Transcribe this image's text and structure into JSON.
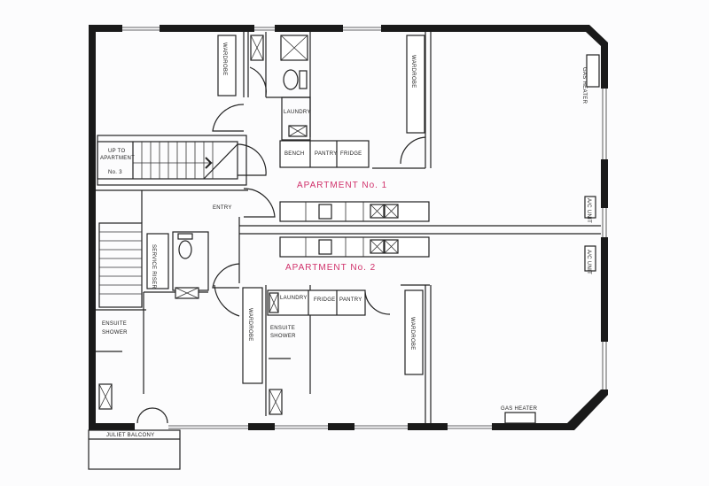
{
  "plan": {
    "apartment1": "APARTMENT No. 1",
    "apartment2": "APARTMENT No. 2",
    "stair_note": [
      "UP TO",
      "APARTMENT",
      "No. 3"
    ],
    "entry": "ENTRY",
    "juliet_balcony": "JULIET BALCONY",
    "service_riser": "SERVICE RISER",
    "apt1": {
      "wardrobe_left": "WARDROBE",
      "wardrobe_right": "WARDROBE",
      "laundry": "LAUNDRY",
      "bench": "BENCH",
      "pantry": "PANTRY",
      "fridge": "FRIDGE",
      "gas_heater": "GAS HEATER",
      "ac_unit": "A/C UNIT"
    },
    "apt2": {
      "wardrobe_left": "WARDROBE",
      "wardrobe_right": "WARDROBE",
      "laundry": "LAUNDRY",
      "fridge": "FRIDGE",
      "pantry": "PANTRY",
      "ensuite_shower_left": [
        "ENSUITE",
        "SHOWER"
      ],
      "ensuite_shower_mid": [
        "ENSUITE",
        "SHOWER"
      ],
      "gas_heater": "GAS HEATER",
      "ac_unit": "A/C UNIT"
    },
    "accent_color": "#d0306a"
  }
}
